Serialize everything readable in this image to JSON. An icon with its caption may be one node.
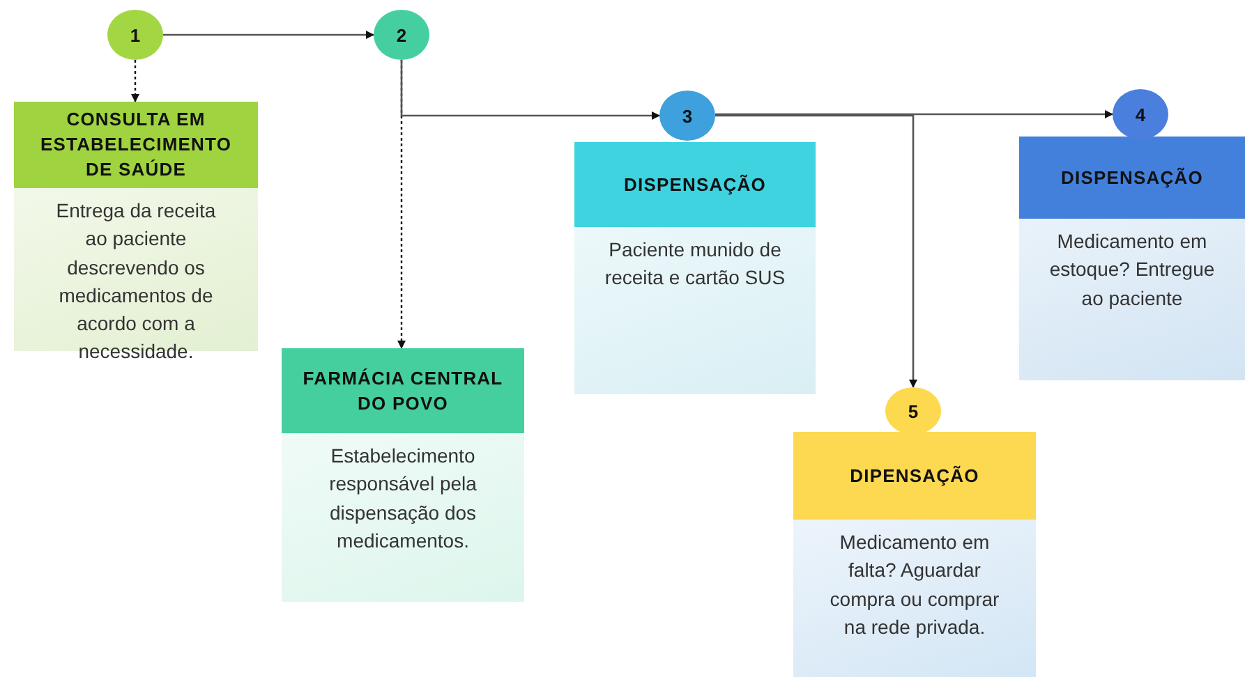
{
  "diagram": {
    "nodes": [
      {
        "text": [
          "1"
        ]
      },
      {
        "text": [
          "CONSULTA EM ESTABELECIMENTO DE SAÚDE",
          "Entrega da receita ao paciente descrevendo os medicamentos de acordo com a necessidade."
        ]
      },
      {
        "text": [
          "2"
        ]
      },
      {
        "text": [
          "FARMÁCIA CENTRAL DO POVO",
          "Estabelecimento responsável pela dispensação dos medicamentos."
        ]
      },
      {
        "text": [
          "3"
        ]
      },
      {
        "text": [
          "DISPENSAÇÃO",
          "Paciente munido de receita e cartão SUS"
        ]
      },
      {
        "text": [
          "4"
        ]
      },
      {
        "text": [
          "DISPENSAÇÃO",
          "Medicamento em estoque? Entregue ao paciente"
        ]
      },
      {
        "text": [
          "5"
        ]
      },
      {
        "text": [
          "DIPENSAÇÃO",
          "Medicamento em falta? Aguardar compra ou comprar na rede privada."
        ]
      }
    ],
    "edges": [
      {
        "from": 0,
        "to": 1,
        "arrow": "to",
        "style": "dashed"
      },
      {
        "from": 0,
        "to": 2,
        "arrow": "to"
      },
      {
        "from": 2,
        "to": 3,
        "arrow": "to",
        "style": "dashed"
      },
      {
        "from": 2,
        "to": 4,
        "arrow": "to"
      },
      {
        "from": 4,
        "to": 6,
        "arrow": "to"
      },
      {
        "from": 4,
        "to": 8,
        "arrow": "to"
      }
    ]
  }
}
